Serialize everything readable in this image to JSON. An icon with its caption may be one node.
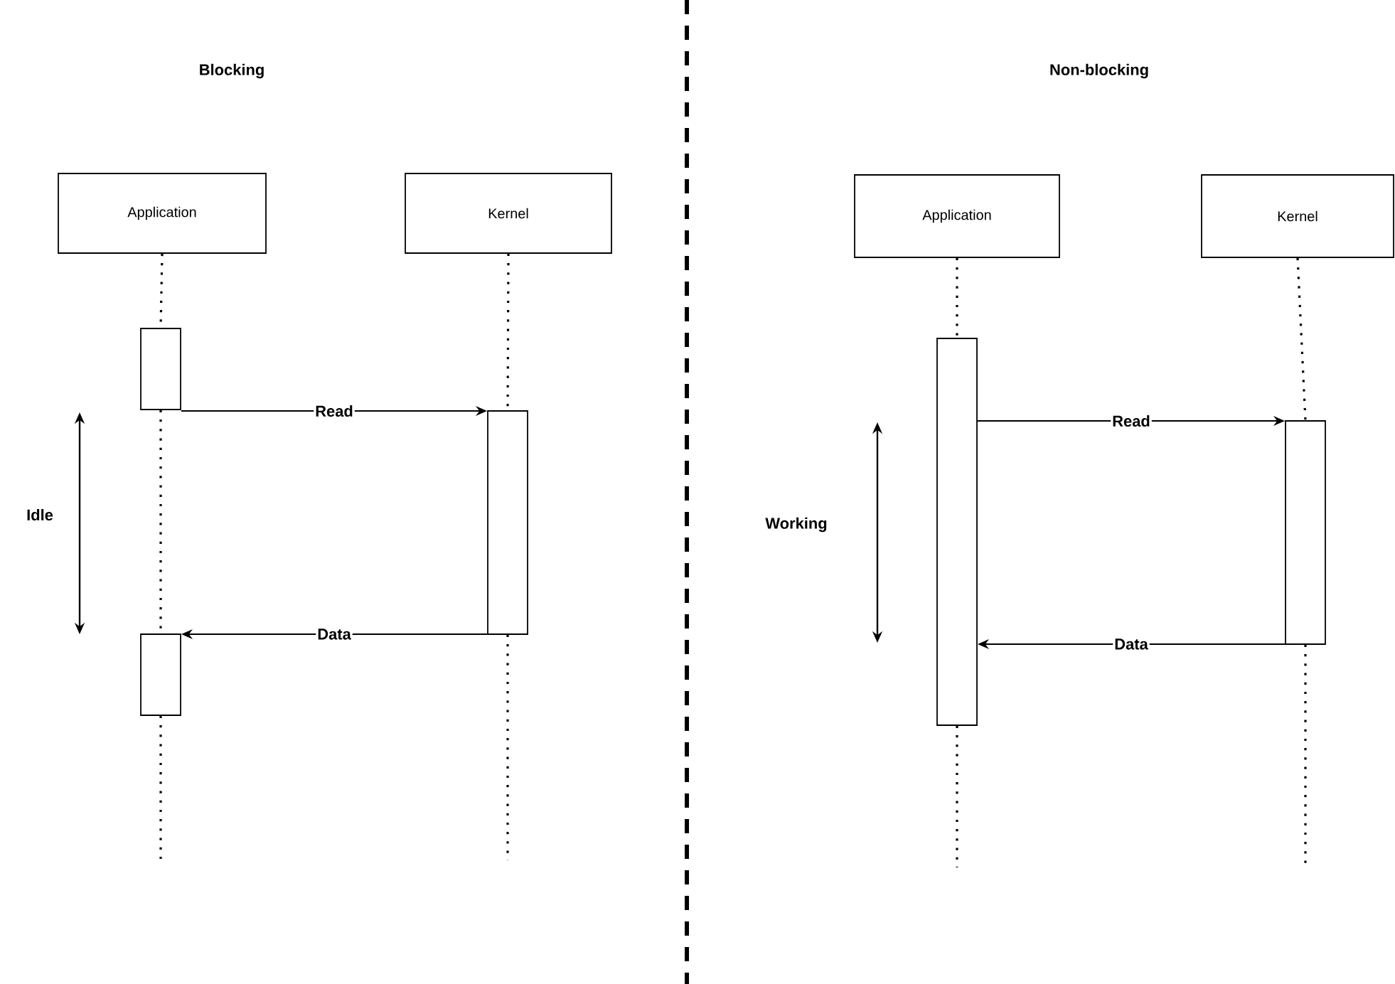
{
  "diagram": {
    "nodes": [
      {
        "text": [
          "Application"
        ]
      },
      {
        "text": [
          "Kernel"
        ]
      },
      {
        "text": [],
        "shape": "bar"
      },
      {
        "text": [],
        "shape": "bar"
      },
      {
        "text": [],
        "shape": "bar"
      },
      {
        "text": [
          "Application"
        ]
      },
      {
        "text": [
          "Kernel"
        ]
      },
      {
        "text": [],
        "shape": "bar"
      },
      {
        "text": [],
        "shape": "bar"
      }
    ],
    "edges": [
      {
        "from": 0,
        "to": 2,
        "arrow": "none",
        "style": "dashed"
      },
      {
        "from": 2,
        "to": 4,
        "arrow": "none",
        "style": "dashed"
      },
      {
        "from": 4,
        "to": null,
        "arrow": "none",
        "style": "dashed"
      },
      {
        "from": 1,
        "to": 3,
        "arrow": "none",
        "style": "dashed"
      },
      {
        "from": 3,
        "to": null,
        "arrow": "none",
        "style": "dashed"
      },
      {
        "from": 2,
        "to": 3,
        "arrow": "to",
        "label": "Read"
      },
      {
        "from": 3,
        "to": 4,
        "arrow": "to",
        "label": "Data"
      },
      {
        "from": 5,
        "to": 7,
        "arrow": "none",
        "style": "dashed"
      },
      {
        "from": 7,
        "to": null,
        "arrow": "none",
        "style": "dashed"
      },
      {
        "from": 6,
        "to": 8,
        "arrow": "none",
        "style": "dashed"
      },
      {
        "from": 8,
        "to": null,
        "arrow": "none",
        "style": "dashed"
      },
      {
        "from": 7,
        "to": 8,
        "arrow": "to",
        "label": "Read"
      },
      {
        "from": 8,
        "to": 7,
        "arrow": "to",
        "label": "Data"
      }
    ],
    "labels": [
      "Blocking",
      "Non-blocking",
      "Idle",
      "Working"
    ]
  }
}
